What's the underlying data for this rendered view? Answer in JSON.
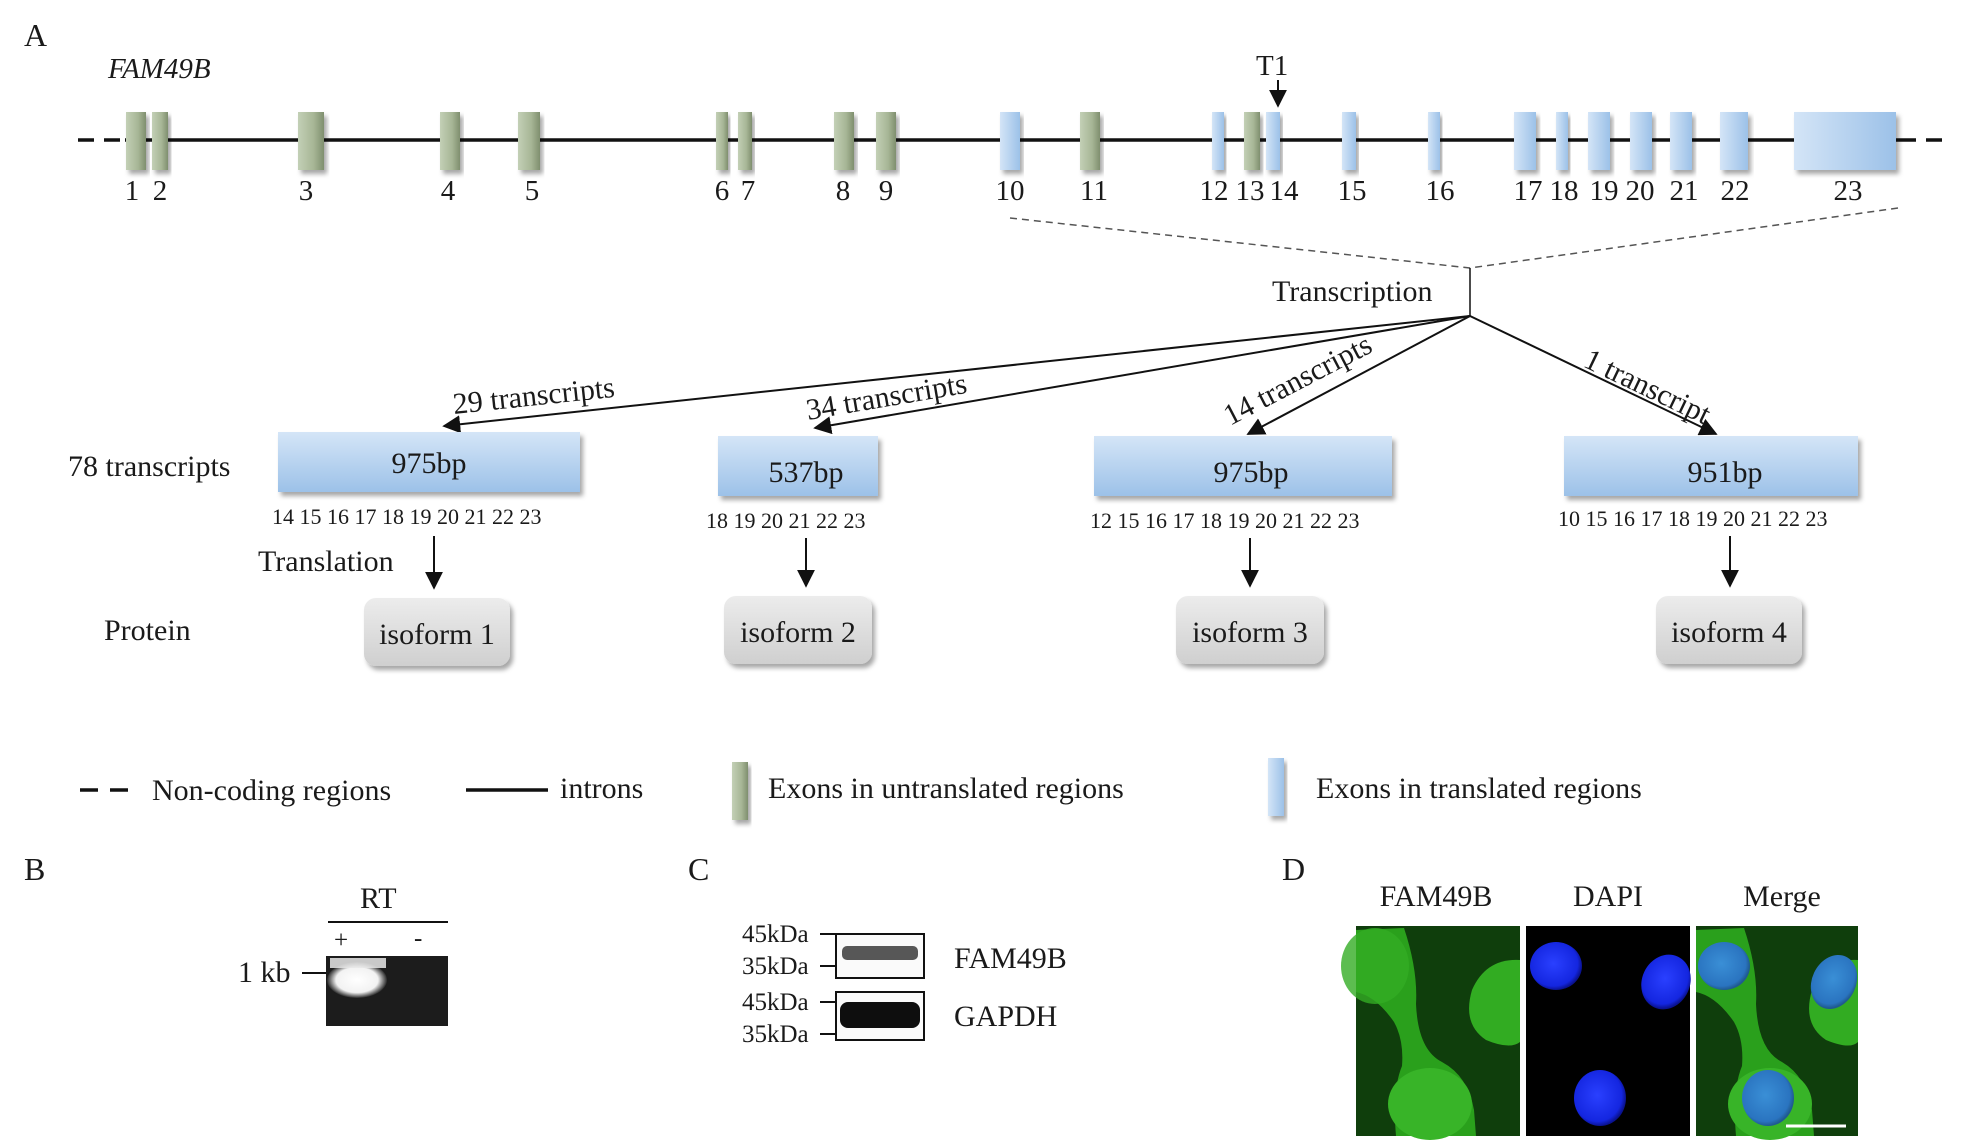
{
  "panel_letters": {
    "a": "A",
    "b": "B",
    "c": "C",
    "d": "D"
  },
  "gene_name": "FAM49B",
  "t1_label": "T1",
  "exons": [
    {
      "n": "1",
      "type": "untranslated"
    },
    {
      "n": "2",
      "type": "untranslated"
    },
    {
      "n": "3",
      "type": "untranslated"
    },
    {
      "n": "4",
      "type": "untranslated"
    },
    {
      "n": "5",
      "type": "untranslated"
    },
    {
      "n": "6",
      "type": "untranslated"
    },
    {
      "n": "7",
      "type": "untranslated"
    },
    {
      "n": "8",
      "type": "untranslated"
    },
    {
      "n": "9",
      "type": "untranslated"
    },
    {
      "n": "10",
      "type": "translated"
    },
    {
      "n": "11",
      "type": "untranslated"
    },
    {
      "n": "12",
      "type": "translated"
    },
    {
      "n": "13",
      "type": "untranslated"
    },
    {
      "n": "14",
      "type": "translated"
    },
    {
      "n": "15",
      "type": "translated"
    },
    {
      "n": "16",
      "type": "translated"
    },
    {
      "n": "17",
      "type": "translated"
    },
    {
      "n": "18",
      "type": "translated"
    },
    {
      "n": "19",
      "type": "translated"
    },
    {
      "n": "20",
      "type": "translated"
    },
    {
      "n": "21",
      "type": "translated"
    },
    {
      "n": "22",
      "type": "translated"
    },
    {
      "n": "23",
      "type": "translated"
    }
  ],
  "transcription_label": "Transcription",
  "total_label": "78 transcripts",
  "translation_label": "Translation",
  "protein_label": "Protein",
  "isoforms": [
    {
      "count_label": "29 transcripts",
      "bp": "975bp",
      "exons": "14 15 16 17 18 19 20 21 22 23",
      "protein": "isoform 1"
    },
    {
      "count_label": "34 transcripts",
      "bp": "537bp",
      "exons": "18 19 20 21 22 23",
      "protein": "isoform 2"
    },
    {
      "count_label": "14 transcripts",
      "bp": "975bp",
      "exons": "12 15 16 17 18 19 20 21 22 23",
      "protein": "isoform 3"
    },
    {
      "count_label": "1 transcript",
      "bp": "951bp",
      "exons": "10 15 16 17 18 19 20 21 22 23",
      "protein": "isoform 4"
    }
  ],
  "legend": {
    "noncoding": "Non-coding regions",
    "introns": "introns",
    "untranslated": "Exons in untranslated regions",
    "translated": "Exons in translated regions"
  },
  "panel_b": {
    "header": "RT",
    "plus": "+",
    "minus": "-",
    "marker": "1 kb"
  },
  "panel_c": {
    "markers": [
      "45kDa",
      "35kDa",
      "45kDa",
      "35kDa"
    ],
    "proteins": [
      "FAM49B",
      "GAPDH"
    ]
  },
  "panel_d": {
    "channels": [
      "FAM49B",
      "DAPI",
      "Merge"
    ]
  },
  "colors": {
    "untranslated_exon": "#a9b89c",
    "translated_exon": "#b6d3ef",
    "isoform_box": "#d9d9d9",
    "gfp_green": "#2f9e1f",
    "dapi_blue": "#1a2fff"
  }
}
